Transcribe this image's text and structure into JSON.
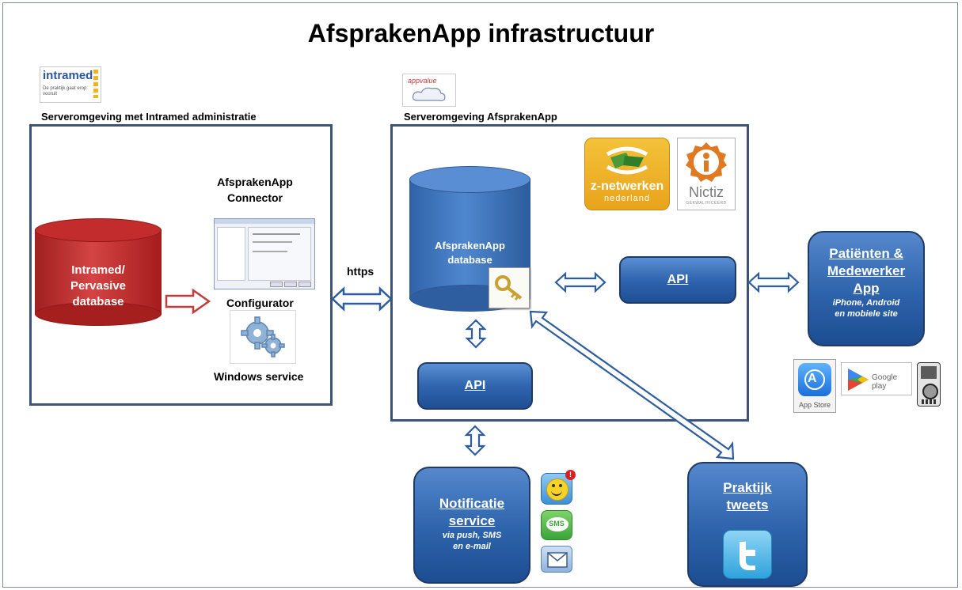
{
  "title": "AfsprakenApp infrastructuur",
  "left_env": {
    "label": "Serveromgeving met Intramed administratie",
    "logo": {
      "name": "intramed",
      "tagline": "De praktijk gaat erop vooruit"
    },
    "db": {
      "line1": "Intramed/",
      "line2": "Pervasive",
      "line3": "database"
    },
    "connector_line1": "AfsprakenApp",
    "connector_line2": "Connector",
    "configurator": "Configurator",
    "windows_service": "Windows service"
  },
  "https_label": "https",
  "right_env": {
    "label": "Serveromgeving AfsprakenApp",
    "logo_text": "appvalue",
    "db": {
      "line1": "AfsprakenApp",
      "line2": "database"
    },
    "api_right": "API",
    "api_bottom": "API",
    "znetwerken": {
      "line1": "z-netwerken",
      "line2": "nederland"
    },
    "nictiz": {
      "name": "Nictiz",
      "sub": "GEKWALIFICEERD"
    }
  },
  "patients": {
    "line1": "Patiënten &",
    "line2": "Medewerker",
    "line3": "App",
    "sub1": "iPhone, Android",
    "sub2": "en mobiele site"
  },
  "stores": {
    "appstore": "App Store",
    "googleplay": "Google play"
  },
  "notificatie": {
    "line1": "Notificatie",
    "line2": "service",
    "sub1": "via push, SMS",
    "sub2": "en e-mail",
    "sms": "SMS"
  },
  "praktijk": {
    "line1": "Praktijk",
    "line2": "tweets"
  },
  "colors": {
    "border": "#3c5478",
    "red_db": "#c22c2c",
    "blue": "#2f65ae",
    "arrow": "#2e5d9f"
  }
}
